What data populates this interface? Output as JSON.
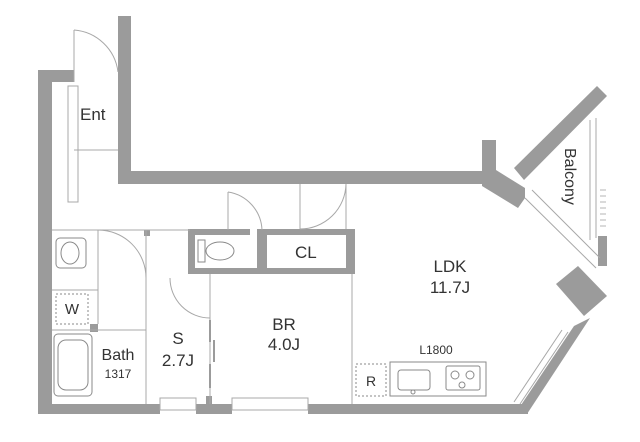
{
  "colors": {
    "wall": "#9b9b9b",
    "line": "#a8a8a8",
    "text": "#333333",
    "fixture": "#8a8a8a"
  },
  "rooms": {
    "entrance": "Ent",
    "balcony": "Balcony",
    "closet": "CL",
    "ldk_name": "LDK",
    "ldk_size": "11.7J",
    "bedroom_name": "BR",
    "bedroom_size": "4.0J",
    "storage_name": "S",
    "storage_size": "2.7J",
    "bath_name": "Bath",
    "bath_size": "1317",
    "washer": "W",
    "refrigerator": "R",
    "kitchen": "L1800"
  }
}
